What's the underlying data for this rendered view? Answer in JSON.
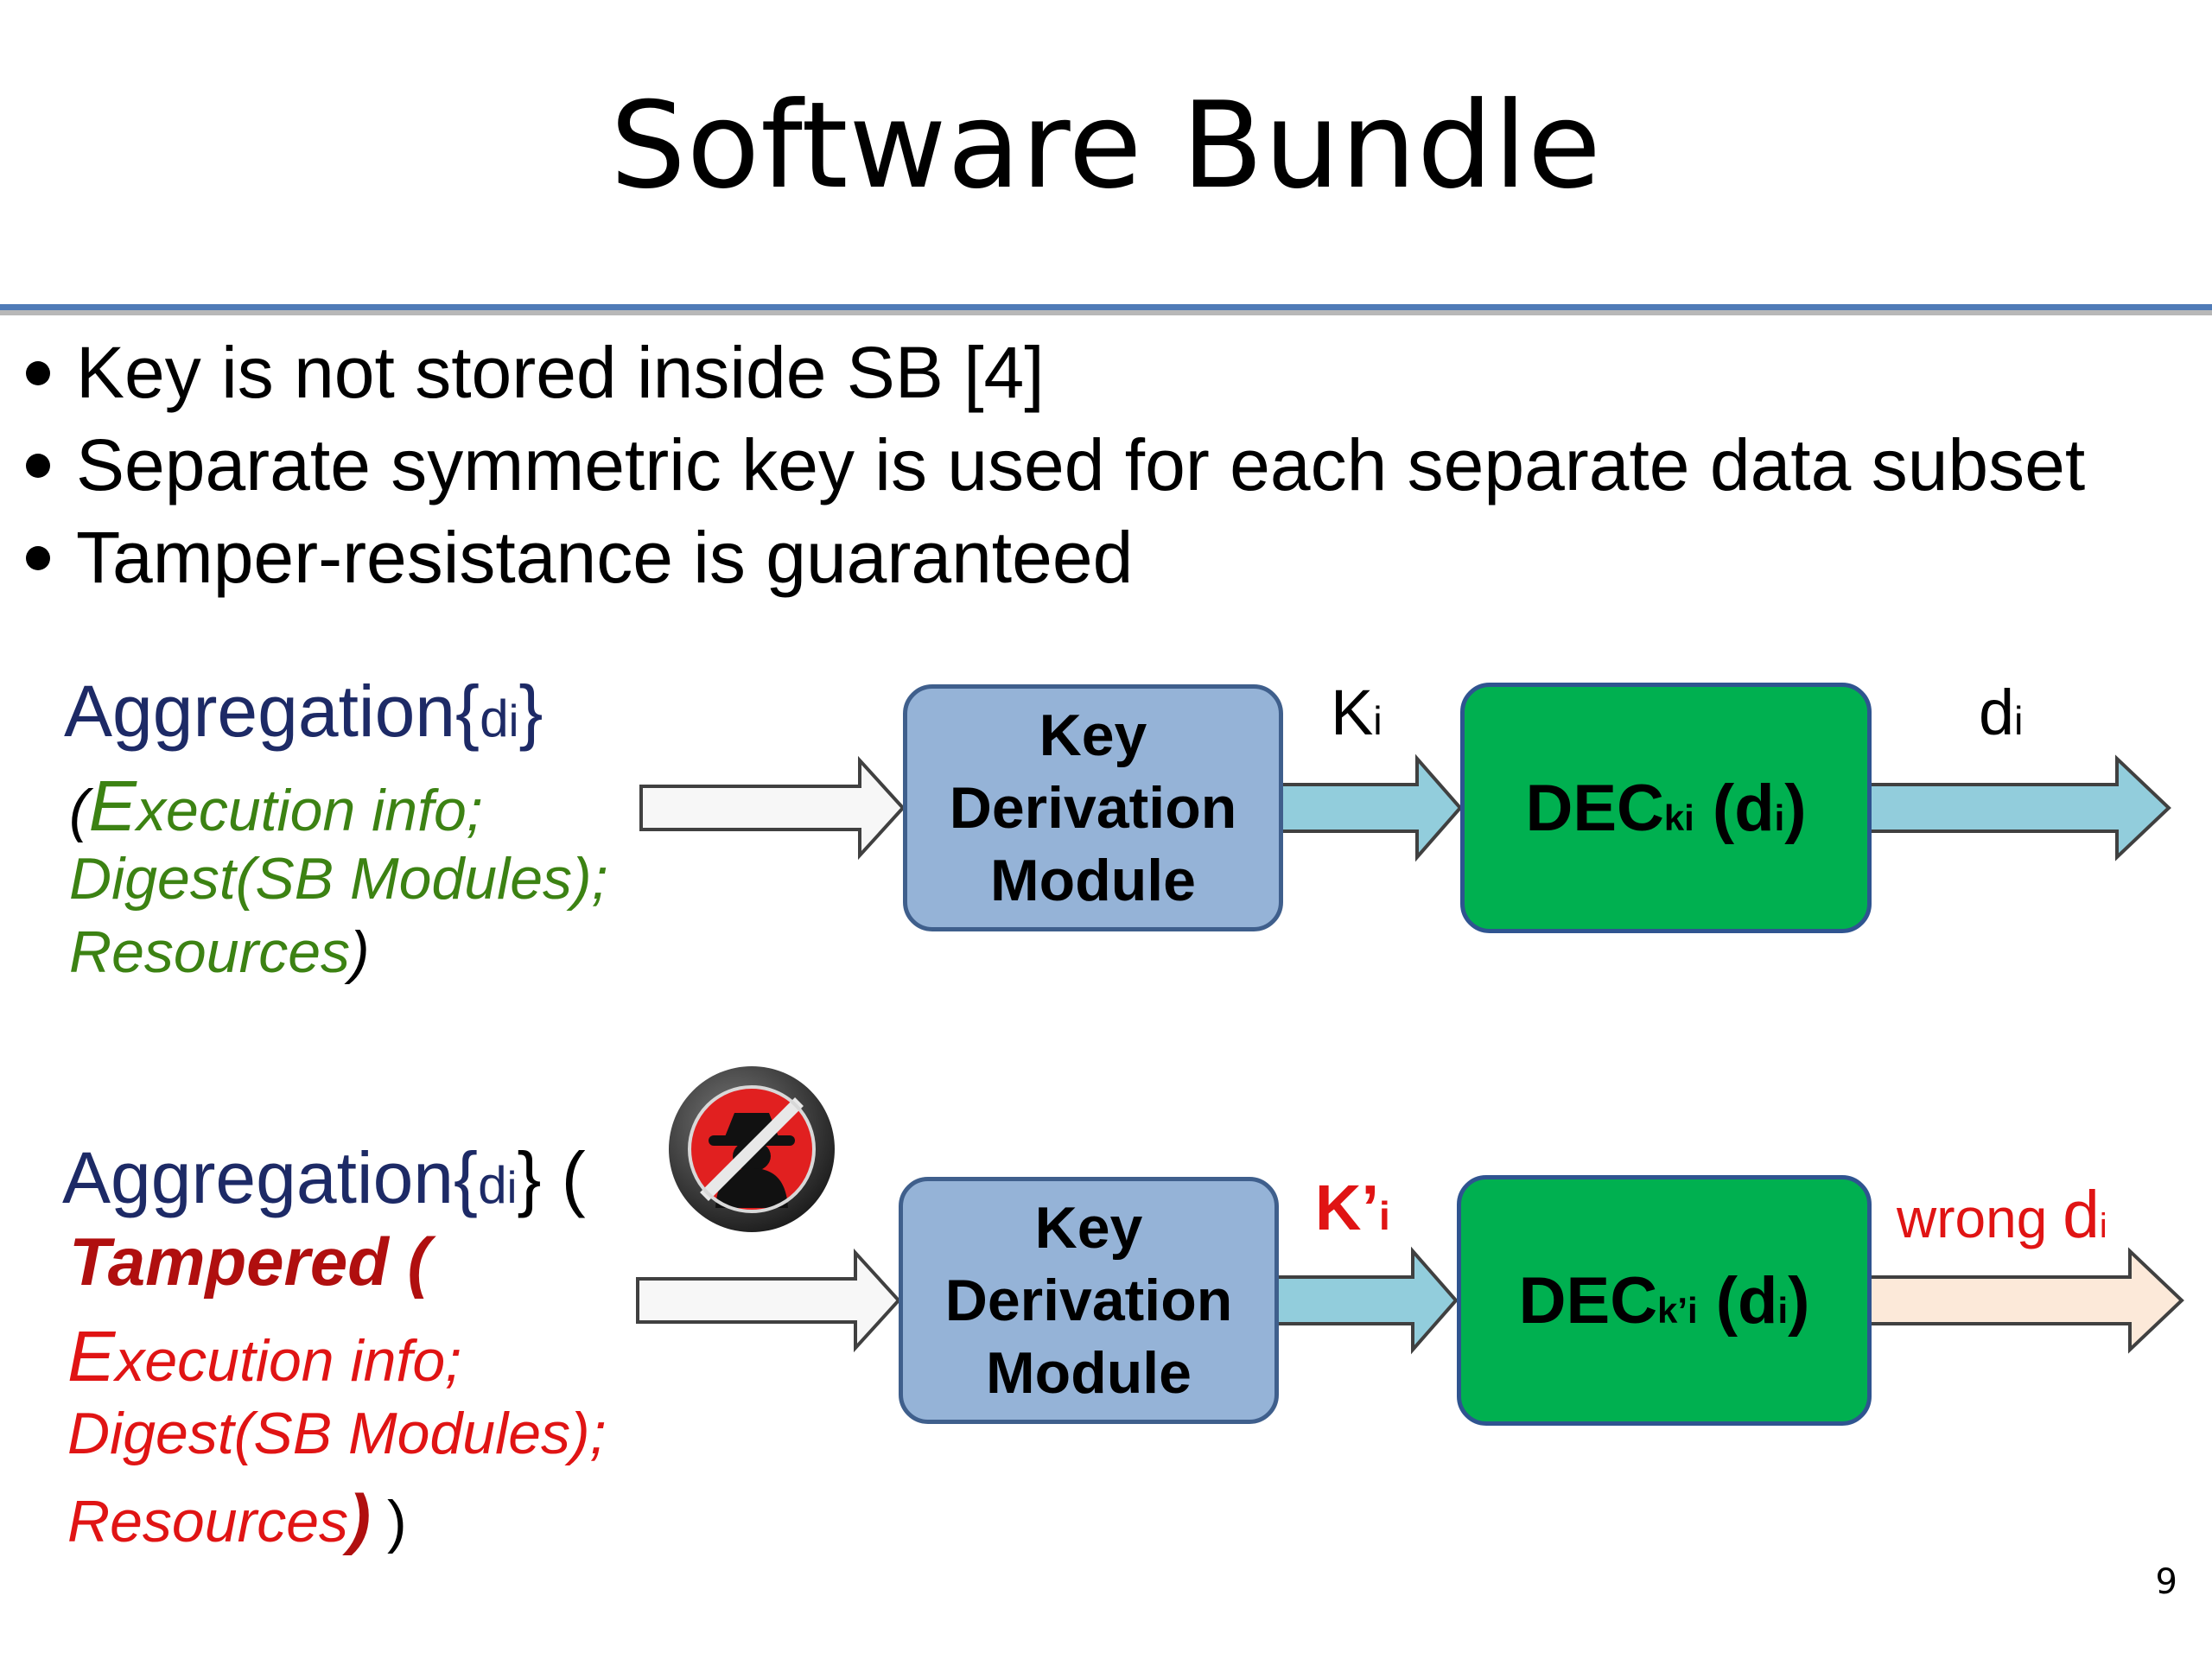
{
  "title": "Software Bundle",
  "bullets": [
    "Key is not stored inside SB  [4]",
    "Separate symmetric key is used for each separate data subset",
    "Tamper-resistance is guaranteed"
  ],
  "top": {
    "agg_main": "Aggregation",
    "agg_brace_open": "{",
    "agg_d": "d",
    "agg_i": "i",
    "agg_brace_close": "}",
    "paren_open": "(",
    "exec_E": "E",
    "exec_rest": "xecution info;",
    "digest": "Digest(SB Modules);",
    "resources": "Resources",
    "paren_close": ")",
    "kdm": [
      "Key",
      "Derivation",
      "Module"
    ],
    "key_label_main": "K",
    "key_label_sub": "i",
    "dec_main": "DEC",
    "dec_sub": "ki",
    "dec_arg_open": " (d",
    "dec_arg_sub": "i",
    "dec_arg_close": ")",
    "out_main": "d",
    "out_sub": "i"
  },
  "bottom": {
    "agg_main": "Aggregation",
    "agg_brace_open": "{",
    "agg_d": "d",
    "agg_i": "i",
    "agg_brace_close": "} (",
    "tampered": "Tampered (",
    "exec_E": "E",
    "exec_rest": "xecution info;",
    "digest": "Digest(SB Modules);",
    "resources": "Resources",
    "resources_paren": ")",
    "final_paren": " )",
    "kdm": [
      "Key",
      "Derivation",
      "Module"
    ],
    "key_label_main": "K’",
    "key_label_sub": "i",
    "dec_main": "DEC",
    "dec_sub": "k’i",
    "dec_arg_open": " (d",
    "dec_arg_sub": "i",
    "dec_arg_close": ")",
    "out_prefix": "wrong ",
    "out_main": "d",
    "out_sub": "i"
  },
  "page_number": "9",
  "icons": {
    "attacker": "no-hacker-icon"
  },
  "colors": {
    "navy": "#1d2a66",
    "green": "#3c8213",
    "red": "#e01414",
    "dark_red": "#b00f0f",
    "kdm_fill": "#95b3d7",
    "dec_fill": "#00b050",
    "key_arrow": "#92cddc",
    "wrong_arrow": "#fce9d9"
  }
}
